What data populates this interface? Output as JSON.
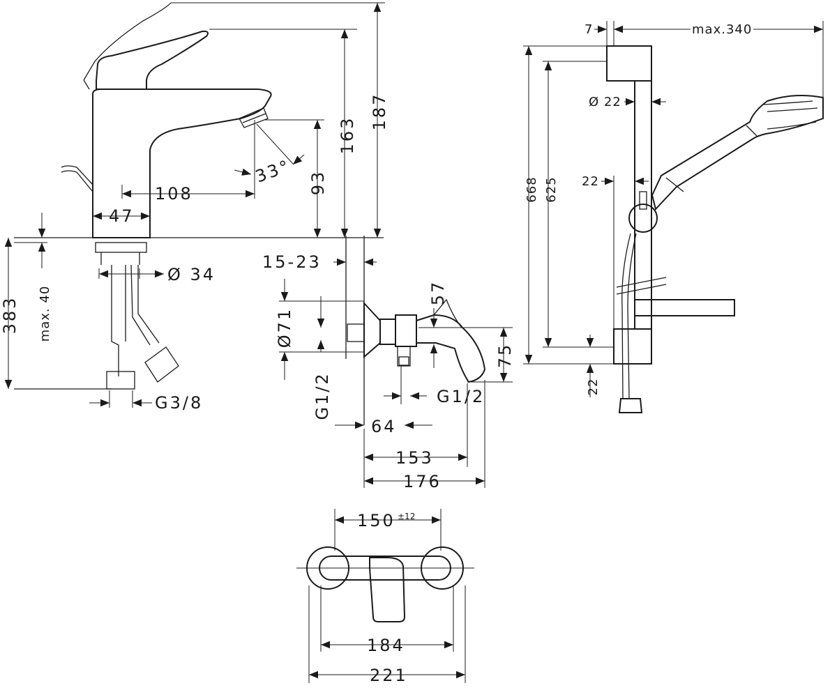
{
  "basin_mixer": {
    "dim_108": "108",
    "dim_47": "47",
    "dim_33": "33°",
    "dim_93": "93",
    "dim_163": "163",
    "dim_187": "187",
    "dim_383": "383",
    "dim_max40": "max. 40",
    "dim_d34": "Ø 34",
    "dim_g38": "G3/8"
  },
  "shower_mixer_side": {
    "dim_15_23": "15-23",
    "dim_57": "57",
    "dim_d71": "Ø71",
    "dim_75": "75",
    "dim_g12_left": "G1/2",
    "dim_g12_right": "G1/2",
    "dim_64": "64",
    "dim_153": "153",
    "dim_176": "176"
  },
  "shower_mixer_front": {
    "dim_150": "150",
    "dim_150_tol": "±12",
    "dim_184": "184",
    "dim_221": "221"
  },
  "shower_rail": {
    "dim_7": "7",
    "dim_max340": "max.340",
    "dim_d22": "Ø 22",
    "dim_22_top": "22",
    "dim_668": "668",
    "dim_625": "625",
    "dim_22_bottom": "22"
  }
}
